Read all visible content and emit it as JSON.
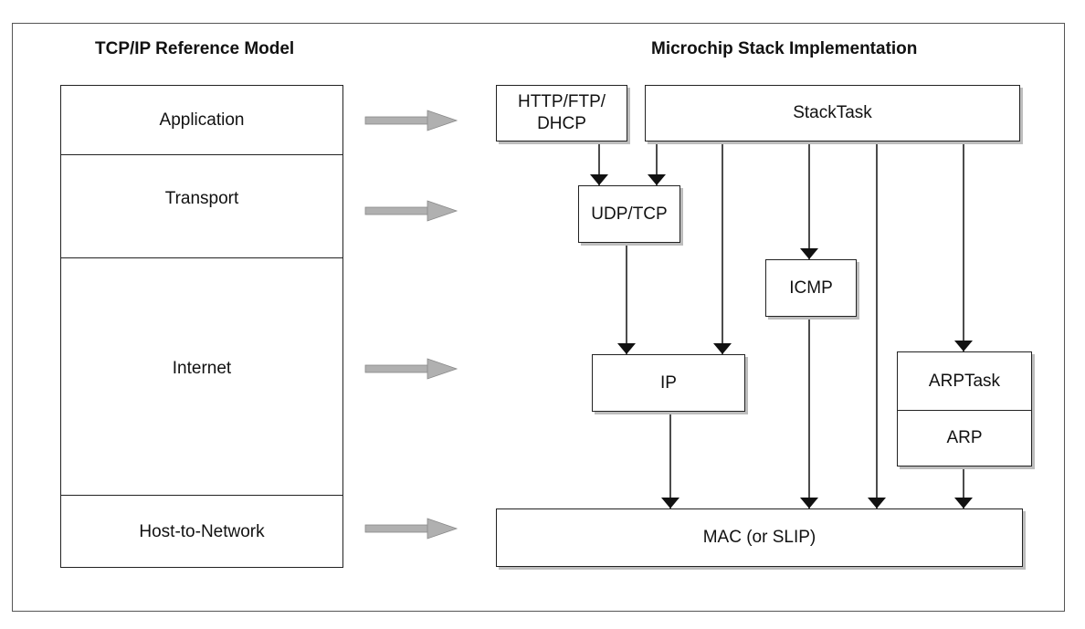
{
  "headings": {
    "left": "TCP/IP Reference Model",
    "right": "Microchip Stack Implementation"
  },
  "reference_model": {
    "layers": [
      {
        "label": "Application"
      },
      {
        "label": "Transport"
      },
      {
        "label": "Internet"
      },
      {
        "label": "Host-to-Network"
      }
    ]
  },
  "stack": {
    "http": "HTTP/FTP/\nDHCP",
    "stacktask": "StackTask",
    "udptcp": "UDP/TCP",
    "icmp": "ICMP",
    "ip": "IP",
    "arptask": "ARPTask",
    "arp": "ARP",
    "mac": "MAC (or SLIP)"
  },
  "colors": {
    "mapping_arrow": "#b0b0b0",
    "mapping_arrow_edge": "#8a8a8a",
    "connector": "#111111",
    "box_shadow": "#bdbdbd"
  }
}
